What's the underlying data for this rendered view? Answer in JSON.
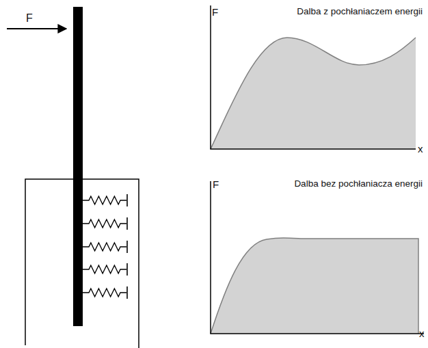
{
  "diagram": {
    "labels": [
      "F",
      "Dalba z pochłaniaczem energii",
      "F",
      "x",
      "Dalba bez pochłaniacza energii",
      "F",
      "x"
    ]
  }
}
